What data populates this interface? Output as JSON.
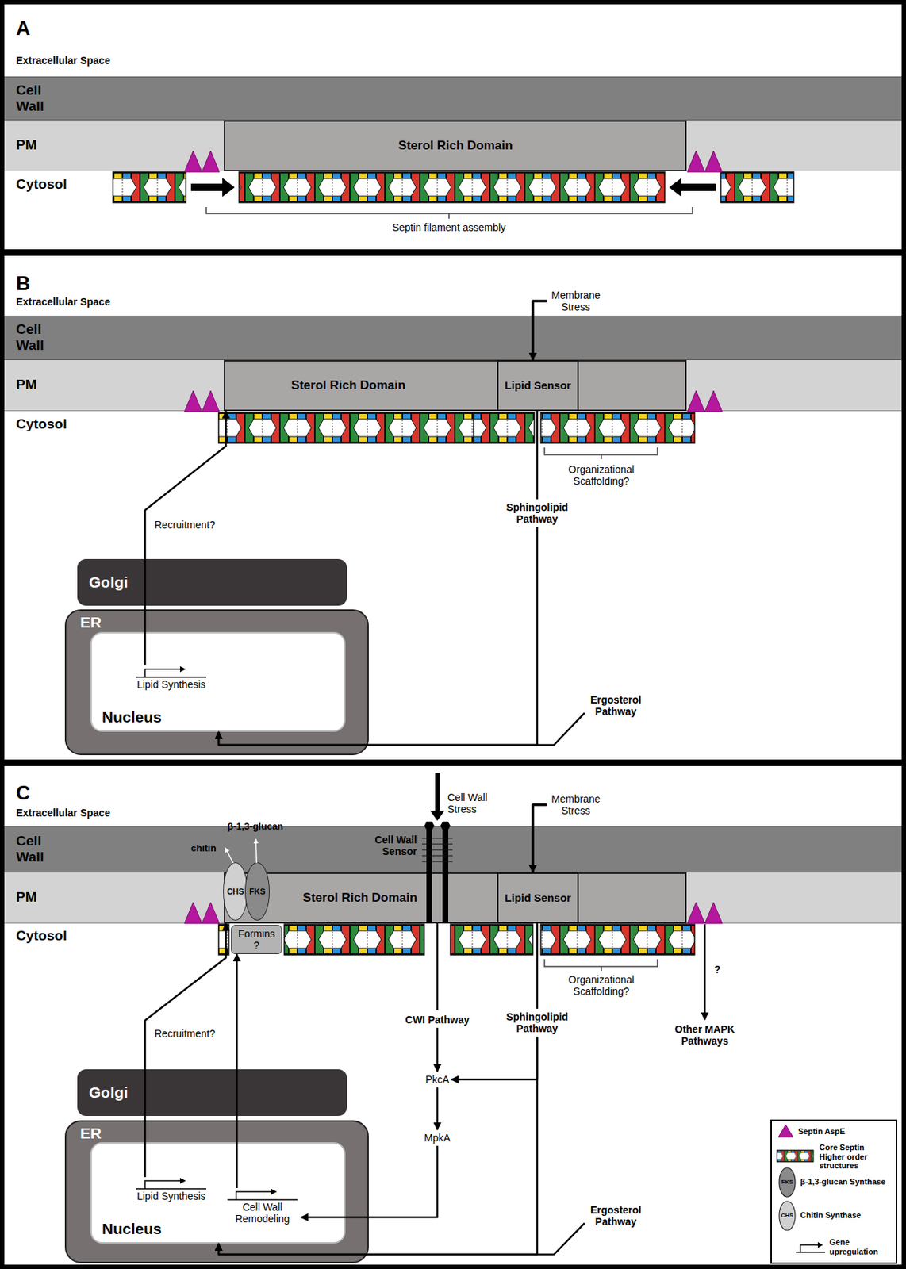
{
  "diagram": {
    "nodes": [
      {
        "text": [
          "A",
          "Extracellular Space",
          "Cytosol"
        ]
      },
      {
        "text": [
          "Cell Wall"
        ],
        "in": 0
      },
      {
        "text": [
          "PM"
        ],
        "in": 0
      },
      {
        "text": [
          "Sterol Rich Domain"
        ],
        "in": 2
      },
      {
        "text": [
          "B",
          "Extracellular Space",
          "Cytosol"
        ]
      },
      {
        "text": [
          "Membrane Stress"
        ],
        "in": 4
      },
      {
        "text": [
          "Cell Wall"
        ],
        "in": 4
      },
      {
        "text": [
          "PM"
        ],
        "in": 4
      },
      {
        "text": [
          "Sterol Rich Domain"
        ],
        "in": 7
      },
      {
        "text": [
          "Lipid Sensor"
        ],
        "in": 8
      },
      {
        "text": [
          "Sphingolipid Pathway"
        ],
        "in": 4
      },
      {
        "text": [
          "Golgi"
        ],
        "in": 4
      },
      {
        "text": [
          "ER"
        ],
        "in": 4
      },
      {
        "text": [
          "Nucleus"
        ],
        "in": 12
      },
      {
        "text": [
          "Lipid Synthesis"
        ],
        "in": 13
      },
      {
        "text": [
          "Ergosterol Pathway"
        ],
        "in": 4
      },
      {
        "text": [
          "C",
          "Extracellular Space",
          "Cytosol"
        ]
      },
      {
        "text": [
          "Membrane Stress"
        ],
        "in": 16
      },
      {
        "text": [
          "Cell Wall"
        ],
        "in": 16
      },
      {
        "text": [
          "PM"
        ],
        "in": 16
      },
      {
        "text": [
          "Sterol Rich Domain"
        ],
        "in": 19
      },
      {
        "text": [
          "CHS"
        ],
        "in": 20
      },
      {
        "text": [
          "FKS"
        ],
        "in": 20
      },
      {
        "text": [
          "Lipid Sensor"
        ],
        "in": 20
      },
      {
        "text": [
          "Formins ?"
        ],
        "in": 16
      },
      {
        "text": [
          "CWI Pathway"
        ],
        "in": 16
      },
      {
        "text": [
          "Sphingolipid Pathway"
        ],
        "in": 16
      },
      {
        "text": [
          "PkcA"
        ],
        "in": 16
      },
      {
        "text": [
          "MpkA"
        ],
        "in": 16
      },
      {
        "text": [
          "Golgi"
        ],
        "in": 16
      },
      {
        "text": [
          "ER"
        ],
        "in": 16
      },
      {
        "text": [
          "Nucleus"
        ],
        "in": 30
      },
      {
        "text": [
          "Lipid Synthesis"
        ],
        "in": 31
      },
      {
        "text": [
          "Cell Wall Remodeling"
        ],
        "in": 31
      },
      {
        "text": [
          "Ergosterol Pathway"
        ],
        "in": 16
      }
    ],
    "edges": [
      {
        "from": 5,
        "to": 9,
        "arrow": "to"
      },
      {
        "from": 9,
        "to": 10,
        "arrow": "none"
      },
      {
        "from": 10,
        "to": 13,
        "arrow": "to"
      },
      {
        "from": 15,
        "to": 13,
        "arrow": "to"
      },
      {
        "from": 14,
        "to": 8,
        "label": "Recruitment?",
        "arrow": "to"
      },
      {
        "from": 17,
        "to": 23,
        "arrow": "to"
      },
      {
        "from": 23,
        "to": 26,
        "arrow": "none"
      },
      {
        "from": 26,
        "to": 27,
        "arrow": "to"
      },
      {
        "from": 26,
        "to": 31,
        "arrow": "to"
      },
      {
        "from": 34,
        "to": 31,
        "arrow": "to"
      },
      {
        "from": 25,
        "to": 27,
        "arrow": "to"
      },
      {
        "from": 27,
        "to": 28,
        "arrow": "to"
      },
      {
        "from": 28,
        "to": 33,
        "arrow": "to"
      },
      {
        "from": 32,
        "to": 20,
        "label": "Recruitment?",
        "arrow": "to"
      },
      {
        "from": 33,
        "to": 24,
        "arrow": "to"
      }
    ],
    "labels": [
      "Septin filament assembly",
      "Organizational Scaffolding?",
      "Cell Wall Stress",
      "β-1,3-glucan",
      "Cell Wall Sensor",
      "chitin",
      "Organizational Scaffolding?",
      "?",
      "Other MAPK Pathways",
      "FKS",
      "CHS"
    ],
    "legend": [
      {
        "text": "Septin AspE",
        "color": "#b5179e"
      },
      {
        "text": "Core Septin Higher order structures"
      },
      {
        "text": "β-1,3-glucan Synthase"
      },
      {
        "text": "Chitin Synthase"
      },
      {
        "text": "Gene upregulation"
      }
    ]
  }
}
